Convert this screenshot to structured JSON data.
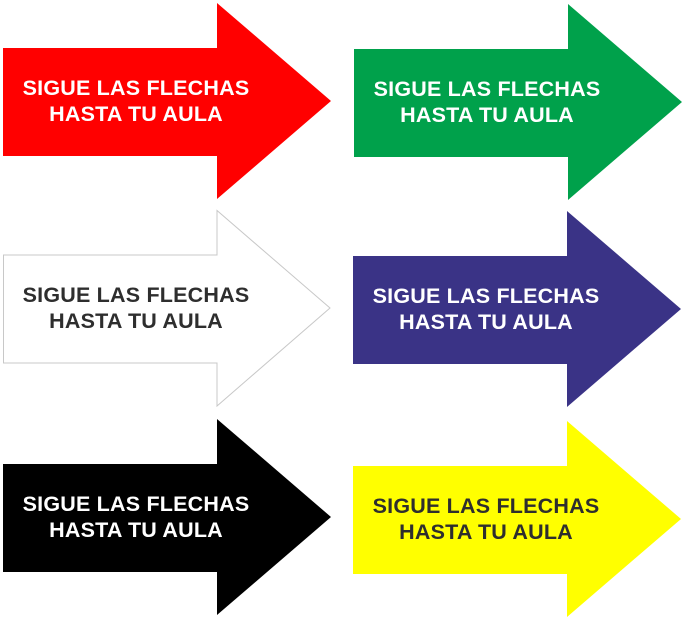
{
  "arrows": [
    {
      "id": "red",
      "fill": "#ff0000",
      "stroke": "none",
      "text_color": "#ffffff",
      "line1": "SIGUE LAS FLECHAS",
      "line2": "HASTA TU AULA"
    },
    {
      "id": "green",
      "fill": "#00a14b",
      "stroke": "none",
      "text_color": "#ffffff",
      "line1": "SIGUE LAS FLECHAS",
      "line2": "HASTA TU AULA"
    },
    {
      "id": "white",
      "fill": "#ffffff",
      "stroke": "#c8c8c8",
      "text_color": "#2e2e2e",
      "line1": "SIGUE LAS FLECHAS",
      "line2": "HASTA TU AULA"
    },
    {
      "id": "blue",
      "fill": "#3a3386",
      "stroke": "none",
      "text_color": "#ffffff",
      "line1": "SIGUE LAS FLECHAS",
      "line2": "HASTA TU AULA"
    },
    {
      "id": "black",
      "fill": "#000000",
      "stroke": "none",
      "text_color": "#ffffff",
      "line1": "SIGUE LAS FLECHAS",
      "line2": "HASTA TU AULA"
    },
    {
      "id": "yellow",
      "fill": "#ffff00",
      "stroke": "none",
      "text_color": "#2e2e2e",
      "line1": "SIGUE LAS FLECHAS",
      "line2": "HASTA TU AULA"
    }
  ]
}
